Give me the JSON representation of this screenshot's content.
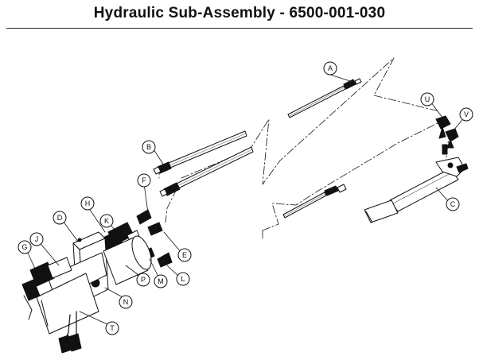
{
  "header": {
    "title": "Hydraulic Sub-Assembly - 6500-001-030"
  },
  "colors": {
    "ink": "#111111",
    "rule": "#222222",
    "background": "#ffffff"
  },
  "callouts": {
    "A": "A",
    "B": "B",
    "C": "C",
    "D": "D",
    "E": "E",
    "F": "F",
    "G": "G",
    "H": "H",
    "J": "J",
    "K": "K",
    "L": "L",
    "M": "M",
    "N": "N",
    "P": "P",
    "T": "T",
    "U": "U",
    "V": "V"
  }
}
